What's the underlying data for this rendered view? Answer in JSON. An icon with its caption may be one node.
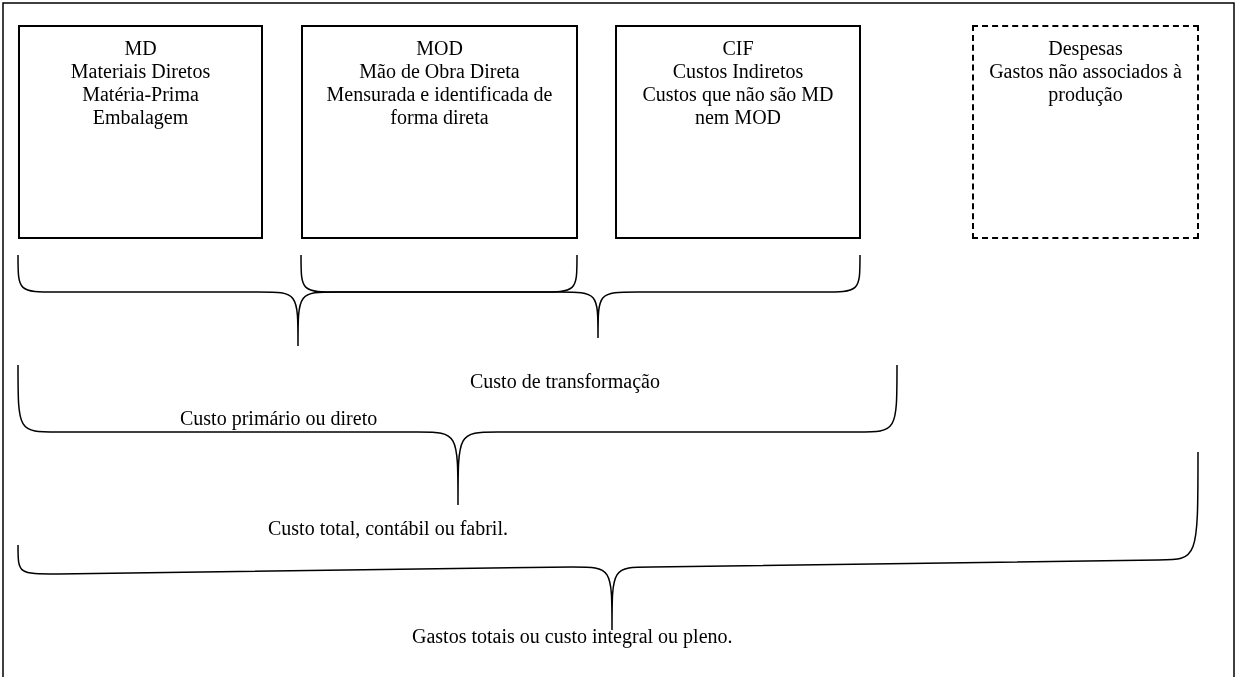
{
  "diagram": {
    "nodes": [
      {
        "text": [
          "MD",
          "Materiais Diretos",
          "Matéria-Prima",
          "Embalagem"
        ]
      },
      {
        "text": [
          "MOD",
          "Mão de Obra Direta",
          "Mensurada e identificada de forma direta"
        ]
      },
      {
        "text": [
          "CIF",
          "Custos Indiretos",
          "Custos que não são MD nem MOD"
        ]
      },
      {
        "text": [
          "Despesas",
          "Gastos não associados à produção"
        ]
      }
    ],
    "labels": [
      "Custo de transformação",
      "Custo primário ou direto",
      "Custo total, contábil ou fabril.",
      "Gastos totais ou custo integral ou pleno."
    ]
  }
}
